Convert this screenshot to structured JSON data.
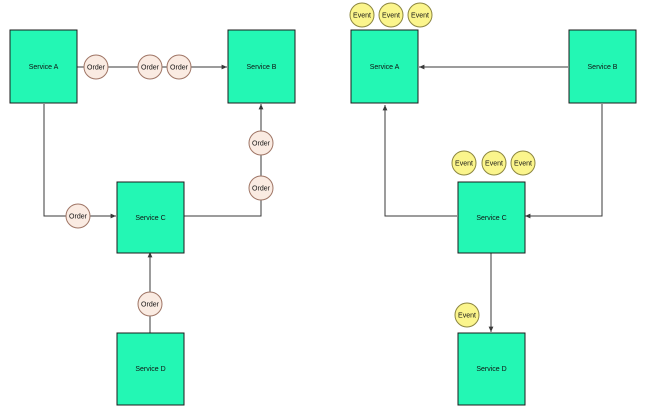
{
  "colors": {
    "service_fill": "#23f7b4",
    "service_stroke": "#1b1b1b",
    "order_fill": "#faebe2",
    "order_stroke": "#9f7565",
    "event_fill": "#fbf58c",
    "event_stroke": "#8c8640",
    "edge": "#3a3a3a"
  },
  "left": {
    "services": {
      "a": "Service A",
      "b": "Service B",
      "c": "Service C",
      "d": "Service D"
    },
    "message_label": "Order"
  },
  "right": {
    "services": {
      "a": "Service A",
      "b": "Service B",
      "c": "Service C",
      "d": "Service D"
    },
    "message_label": "Event"
  }
}
